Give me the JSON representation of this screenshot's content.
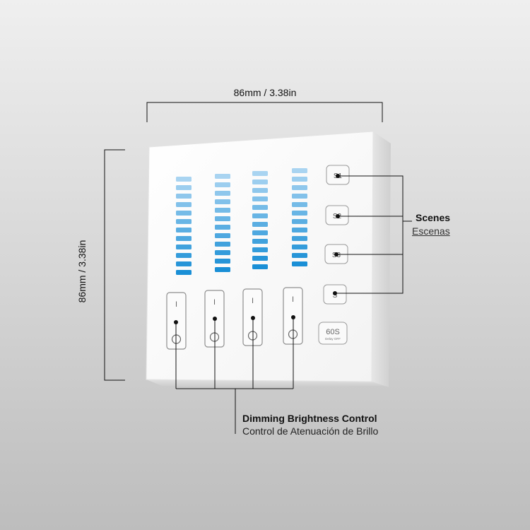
{
  "dimensions": {
    "width_label": "86mm / 3.38in",
    "height_label": "86mm / 3.38in"
  },
  "scenes": {
    "title": "Scenes",
    "subtitle": "Escenas",
    "buttons": [
      "S1",
      "S2",
      "S3",
      "S"
    ]
  },
  "dimming": {
    "title": "Dimming Brightness Control",
    "subtitle": "Control de Atenuación de Brillo",
    "channels": 4,
    "on_glyph": "I",
    "off_glyph": "O"
  },
  "delay_button": {
    "label": "60S",
    "sublabel": "Delay OFF"
  },
  "level_bars": {
    "segments_per_channel": 12
  },
  "colors": {
    "bar_light": "#a9d4f1",
    "bar_dark": "#1a8fd6",
    "panel": "#ffffff",
    "callout": "#111111"
  }
}
